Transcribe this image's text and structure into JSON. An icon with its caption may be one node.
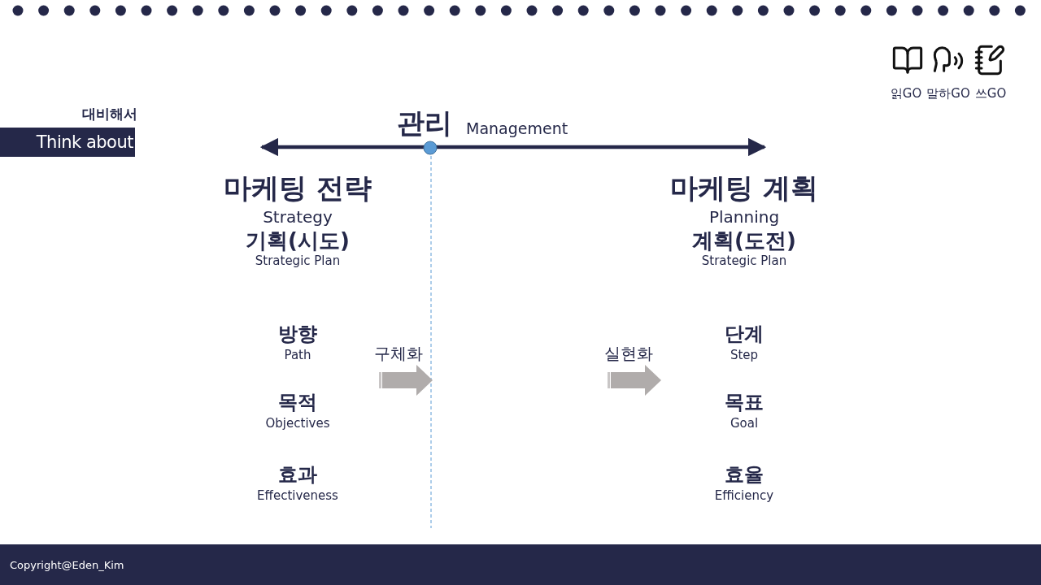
{
  "diagram": {
    "nodes": [
      {
        "text": [
          "마케팅 전략",
          "Strategy",
          "기획(시도)",
          "Strategic Plan"
        ]
      },
      {
        "text": [
          "마케팅 계획",
          "Planning",
          "계획(도전)",
          "Strategic Plan"
        ]
      },
      {
        "text": [
          "방향",
          "Path"
        ]
      },
      {
        "text": [
          "목적",
          "Objectives"
        ]
      },
      {
        "text": [
          "효과",
          "Effectiveness"
        ]
      },
      {
        "text": [
          "단계",
          "Step"
        ]
      },
      {
        "text": [
          "목표",
          "Goal"
        ]
      },
      {
        "text": [
          "효율",
          "Efficiency"
        ]
      }
    ],
    "edges": [
      {
        "from": 0,
        "to": 1,
        "arrow": "both"
      }
    ],
    "labels": [
      "대비해서",
      "Think about",
      "읽GO",
      "말하GO",
      "쓰GO",
      "관리",
      "Management",
      "구체화",
      "실현화",
      "Copyright@Eden_Kim"
    ]
  }
}
